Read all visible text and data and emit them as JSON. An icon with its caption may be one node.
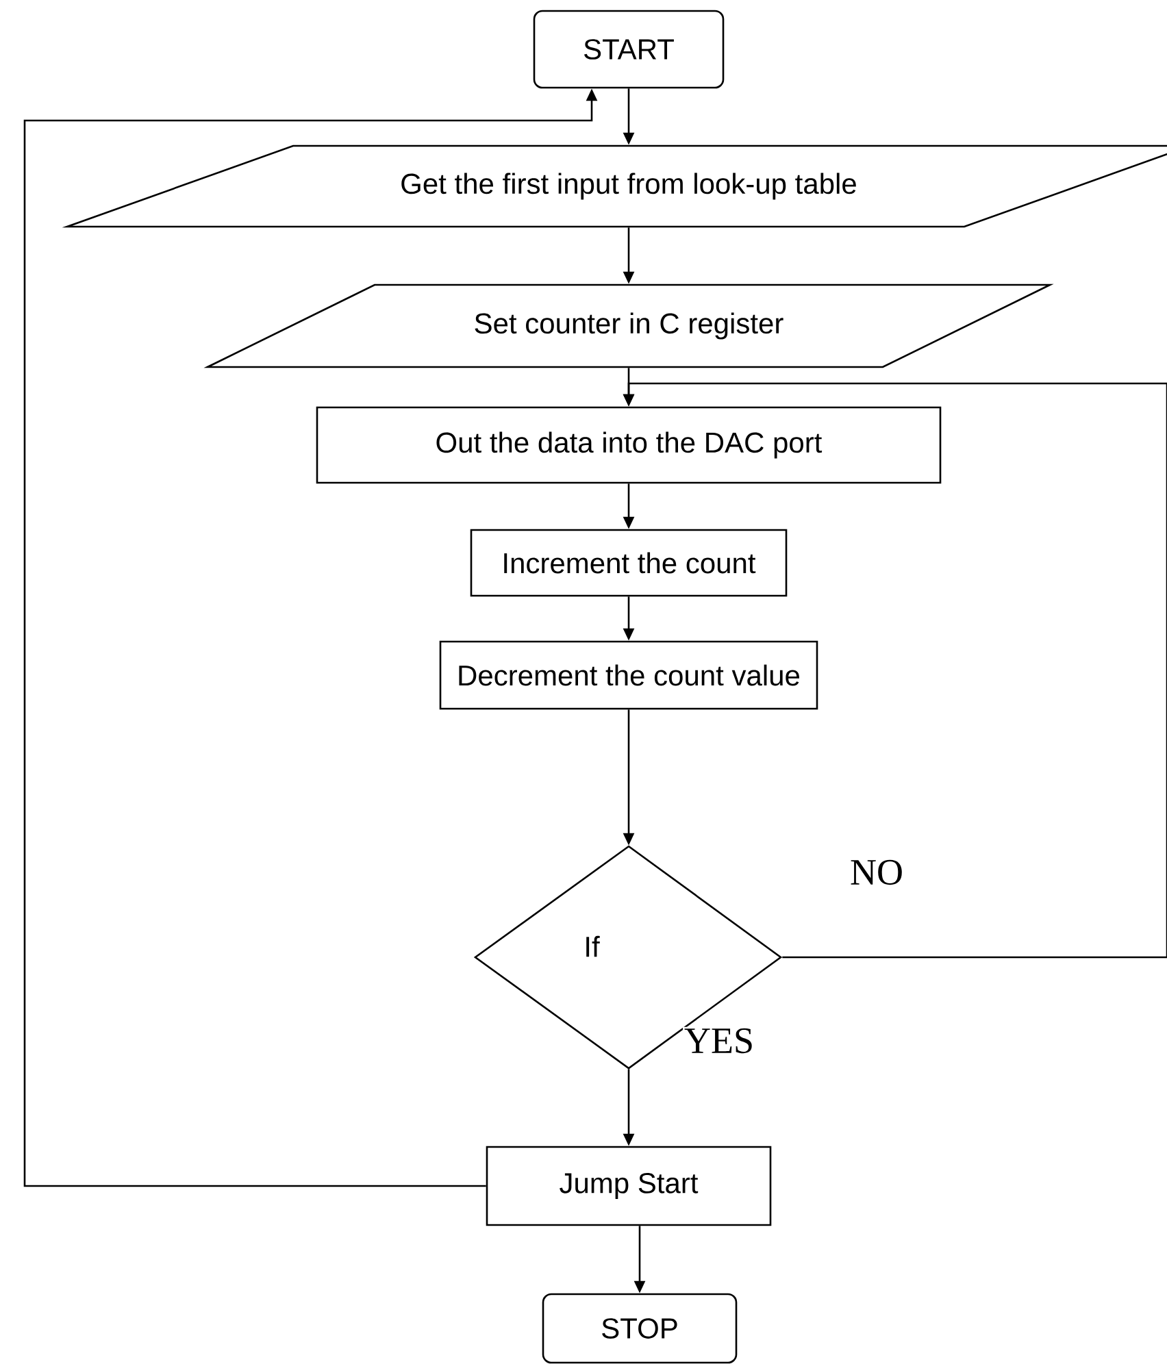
{
  "diagram": {
    "nodes": [
      {
        "text": [
          "START"
        ]
      },
      {
        "text": [
          "Get the first input from look-up table"
        ]
      },
      {
        "text": [
          "Set counter in C register"
        ]
      },
      {
        "text": [
          "Out the data into the DAC port"
        ]
      },
      {
        "text": [
          "Increment the count"
        ]
      },
      {
        "text": [
          "Decrement the count value"
        ]
      },
      {
        "text": [
          "If"
        ]
      },
      {
        "text": [
          "Jump Start"
        ]
      },
      {
        "text": [
          "STOP"
        ]
      }
    ],
    "edges": [
      {
        "from": 0,
        "to": 1,
        "arrow": "to"
      },
      {
        "from": 1,
        "to": 2,
        "arrow": "to"
      },
      {
        "from": 2,
        "to": 3,
        "arrow": "to"
      },
      {
        "from": 3,
        "to": 4,
        "arrow": "to"
      },
      {
        "from": 4,
        "to": 5,
        "arrow": "to"
      },
      {
        "from": 5,
        "to": 6,
        "arrow": "to"
      },
      {
        "from": 6,
        "to": 3,
        "arrow": "to",
        "label": "NO"
      },
      {
        "from": 6,
        "to": 7,
        "arrow": "to",
        "label": "YES"
      },
      {
        "from": 7,
        "to": 0,
        "arrow": "to"
      },
      {
        "from": 7,
        "to": 8,
        "arrow": "to"
      }
    ]
  }
}
